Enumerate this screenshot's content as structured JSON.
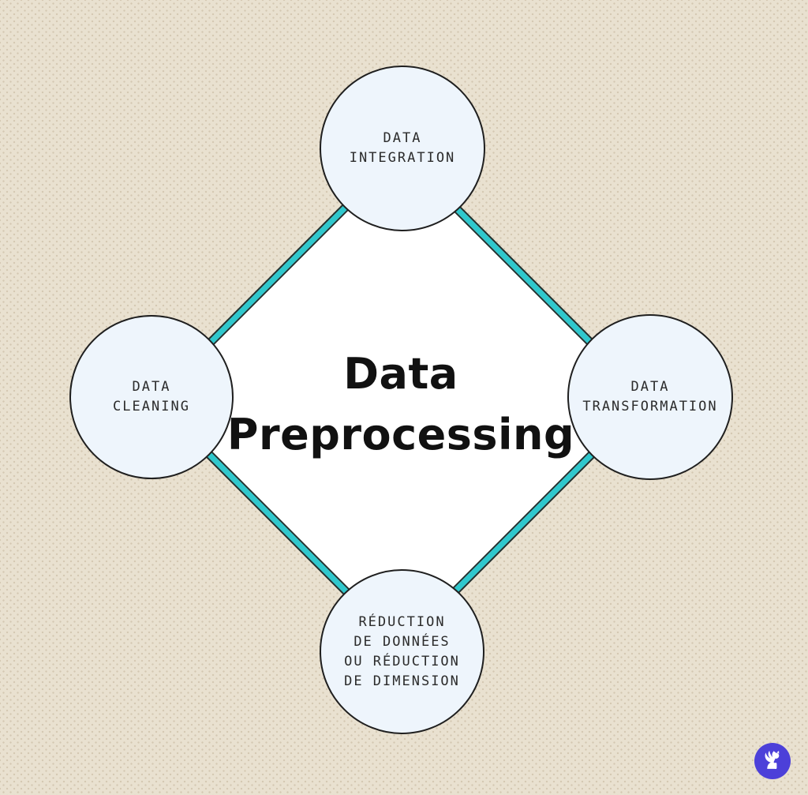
{
  "title": {
    "lines": [
      "Data",
      "Preprocessing"
    ]
  },
  "nodes": {
    "top": {
      "id": "data-integration",
      "lines": [
        "DATA",
        "INTEGRATION"
      ]
    },
    "right": {
      "id": "data-transformation",
      "lines": [
        "DATA",
        "TRANSFORMATION"
      ]
    },
    "bottom": {
      "id": "data-reduction",
      "lines": [
        "RÉDUCTION",
        "DE DONNÉES",
        "OU RÉDUCTION",
        "DE DIMENSION"
      ]
    },
    "left": {
      "id": "data-cleaning",
      "lines": [
        "DATA",
        "CLEANING"
      ]
    }
  },
  "colors": {
    "page_bg": "#e9e1d0",
    "page_dot": "#d4c8b2",
    "diamond_fill": "#ffffff",
    "diamond_border": "#2fc8cd",
    "stroke_dark": "#20302f",
    "node_fill": "#eef5fc",
    "node_border": "#1f1f1f",
    "title_color": "#111111",
    "logo_bg": "#4c40d9",
    "logo_fg": "#ffffff"
  },
  "branding": {
    "logo_icon": "winged-fox-logo"
  }
}
